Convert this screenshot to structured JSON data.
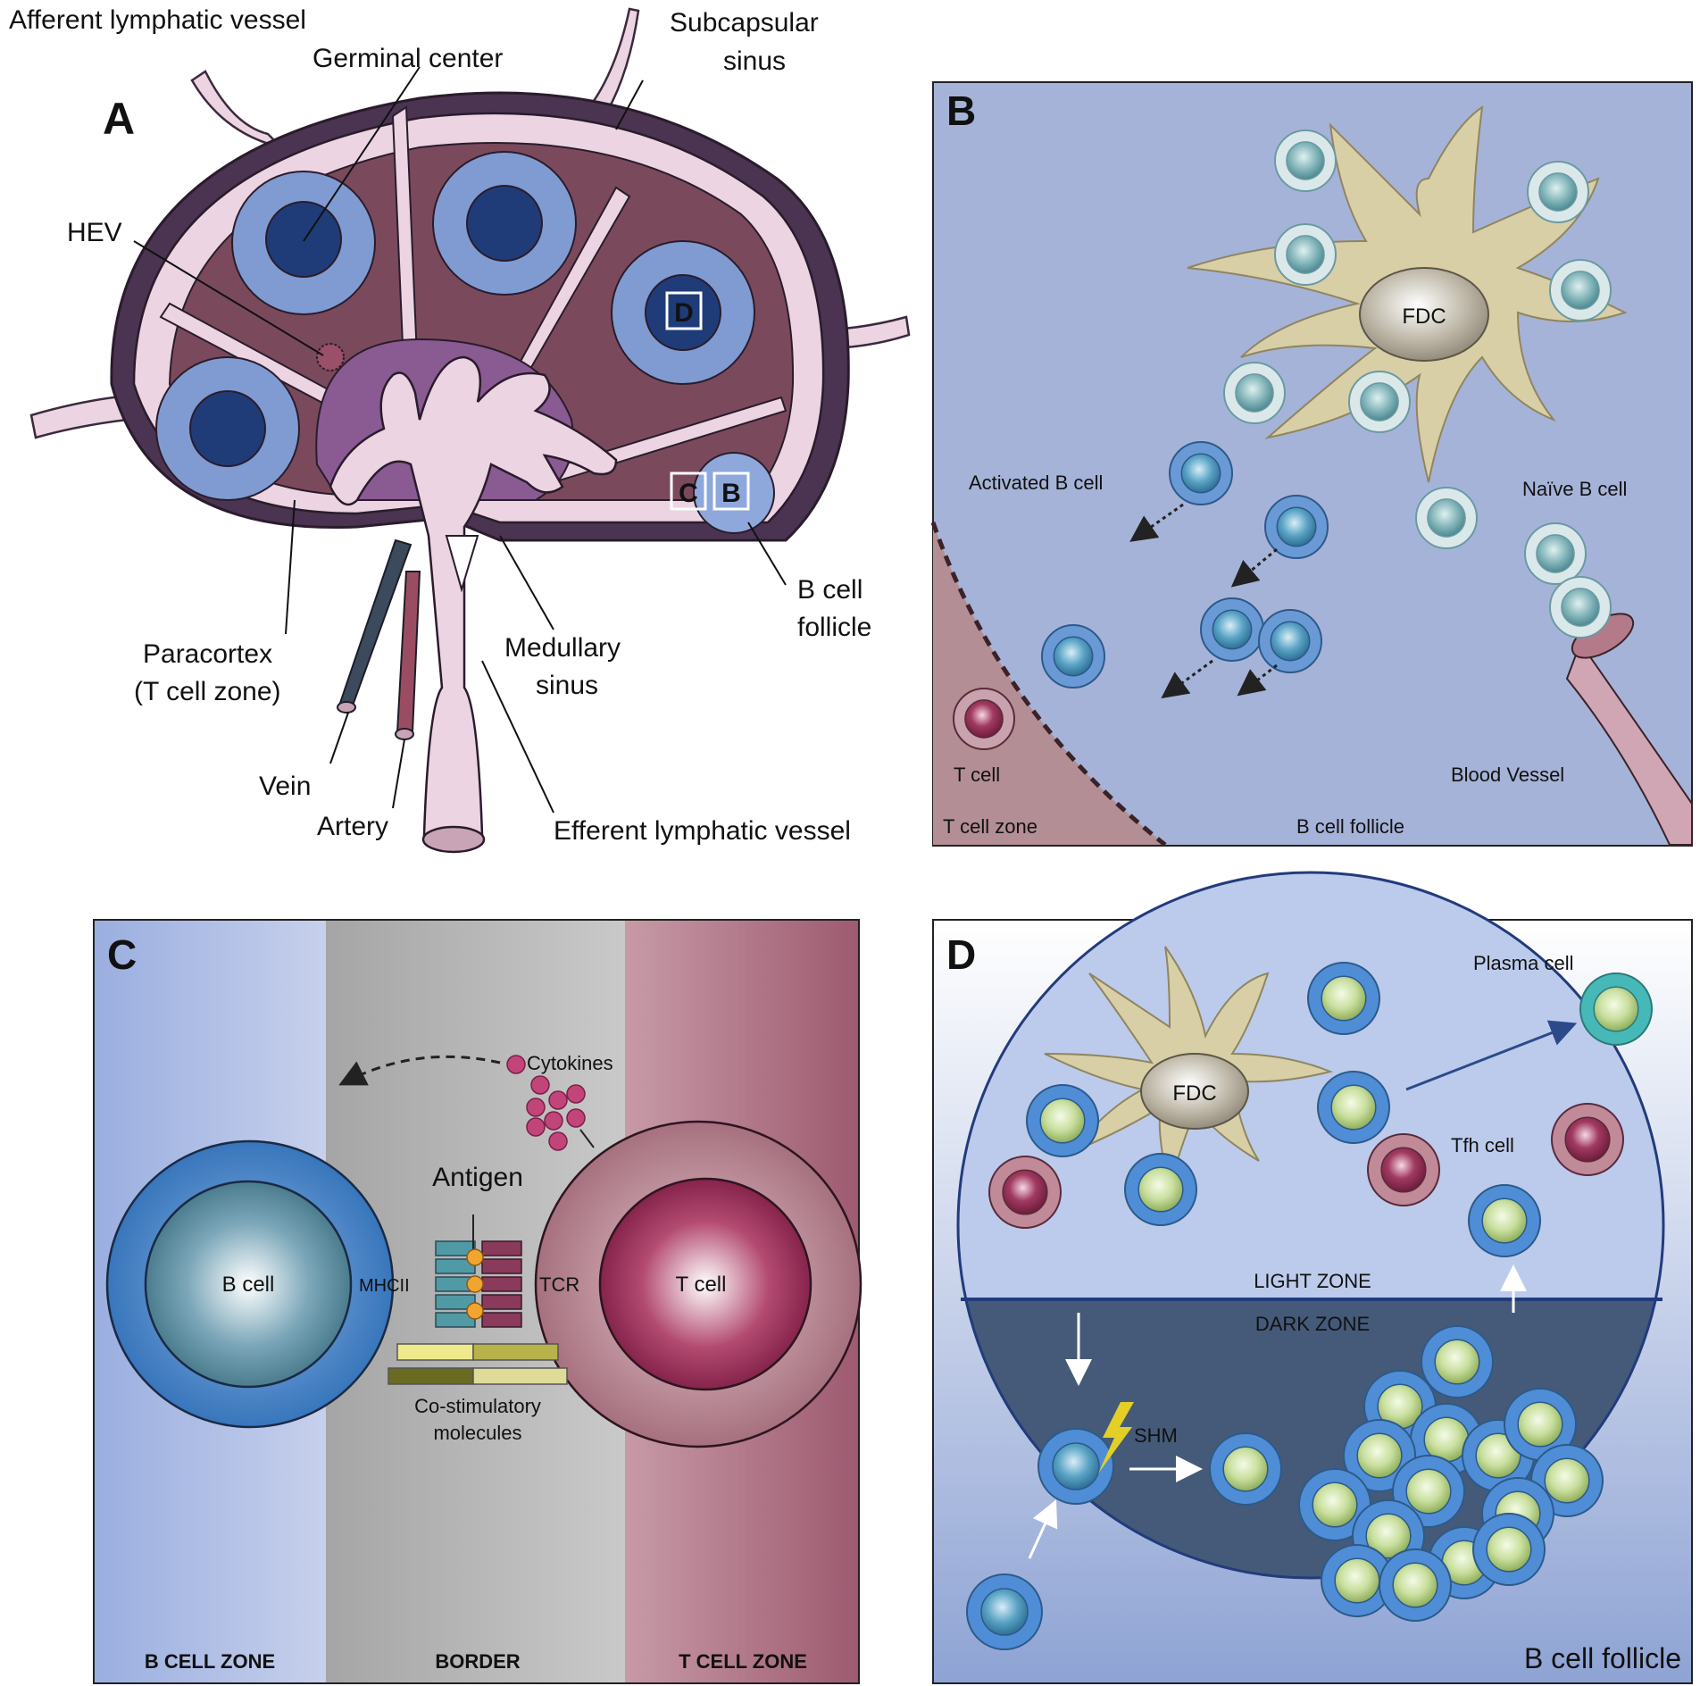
{
  "panelA": {
    "letter": "A",
    "labels": {
      "afferent": "Afferent lymphatic vessel",
      "germinal": "Germinal center",
      "subcapsular_1": "Subcapsular",
      "subcapsular_2": "sinus",
      "hev": "HEV",
      "bfollicle_1": "B cell",
      "bfollicle_2": "follicle",
      "paracortex_1": "Paracortex",
      "paracortex_2": "(T cell zone)",
      "medullary_1": "Medullary",
      "medullary_2": "sinus",
      "vein": "Vein",
      "artery": "Artery",
      "efferent": "Efferent lymphatic vessel",
      "box_d": "D",
      "box_c": "C",
      "box_b": "B"
    }
  },
  "panelB": {
    "letter": "B",
    "labels": {
      "fdc": "FDC",
      "activated": "Activated B cell",
      "naive": "Naïve B cell",
      "tcell": "T cell",
      "blood_vessel": "Blood Vessel",
      "tzone": "T cell zone",
      "bfollicle": "B cell follicle"
    }
  },
  "panelC": {
    "letter": "C",
    "labels": {
      "cytokines": "Cytokines",
      "antigen": "Antigen",
      "bcell": "B cell",
      "tcell": "T cell",
      "mhcii": "MHCII",
      "tcr": "TCR",
      "costim_1": "Co-stimulatory",
      "costim_2": "molecules",
      "zone_b": "B CELL ZONE",
      "zone_border": "BORDER",
      "zone_t": "T CELL ZONE"
    }
  },
  "panelD": {
    "letter": "D",
    "labels": {
      "plasma": "Plasma cell",
      "fdc": "FDC",
      "tfh": "Tfh cell",
      "light": "LIGHT ZONE",
      "dark": "DARK ZONE",
      "shm": "SHM",
      "bfollicle": "B cell follicle"
    }
  }
}
